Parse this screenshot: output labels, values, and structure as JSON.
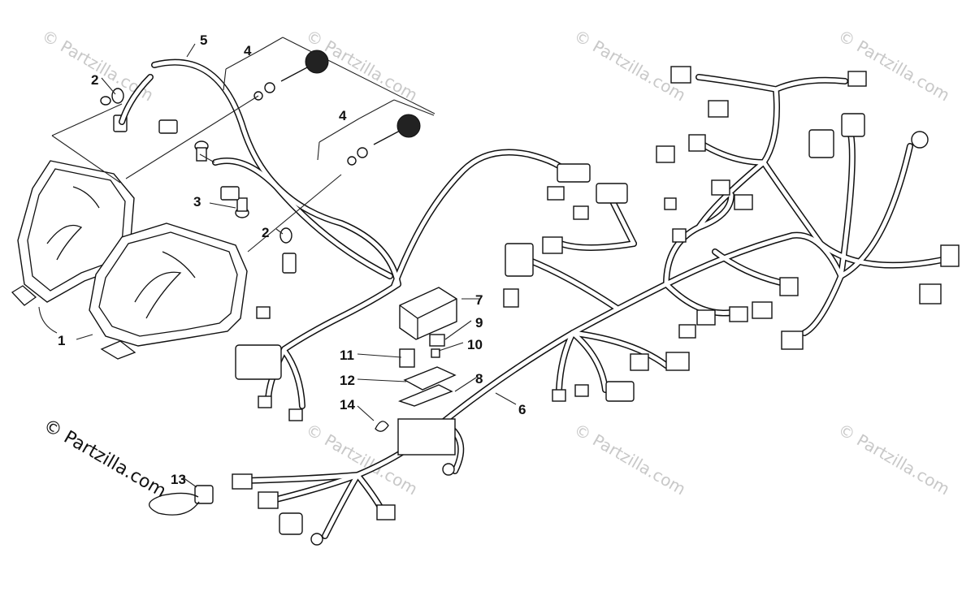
{
  "callouts": [
    "1",
    "2",
    "2",
    "3",
    "4",
    "4",
    "5",
    "6",
    "7",
    "8",
    "8",
    "9",
    "10",
    "11",
    "12",
    "13",
    "14"
  ],
  "watermark": {
    "light_text": "© Partzilla.com",
    "dark_text": "© Partzilla.com"
  },
  "colors": {
    "line": "#111111",
    "watermark": "#c8c8c8",
    "background": "#ffffff"
  }
}
